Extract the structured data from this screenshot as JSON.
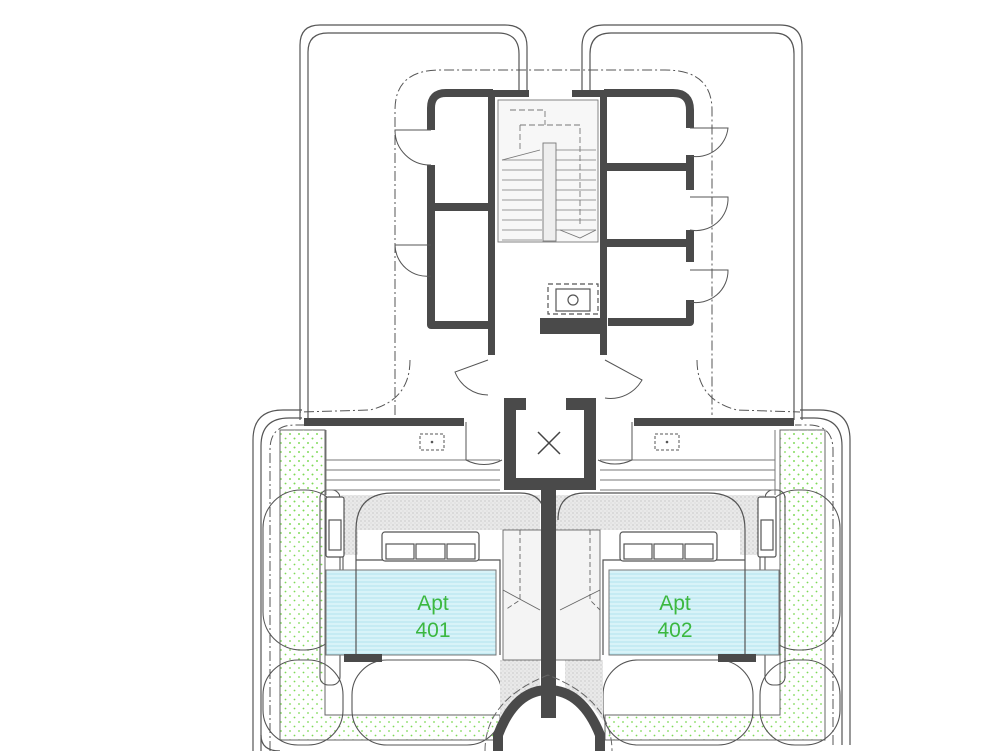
{
  "colors": {
    "wall": "#4a4a4a",
    "line": "#5a5a5a",
    "planter": "#7ed957",
    "water": "#bfe9f2",
    "hatch": "#bdbdbd",
    "label": "#3cb840"
  },
  "apartments": [
    {
      "name": "Apt",
      "number": "401"
    },
    {
      "name": "Apt",
      "number": "402"
    }
  ]
}
